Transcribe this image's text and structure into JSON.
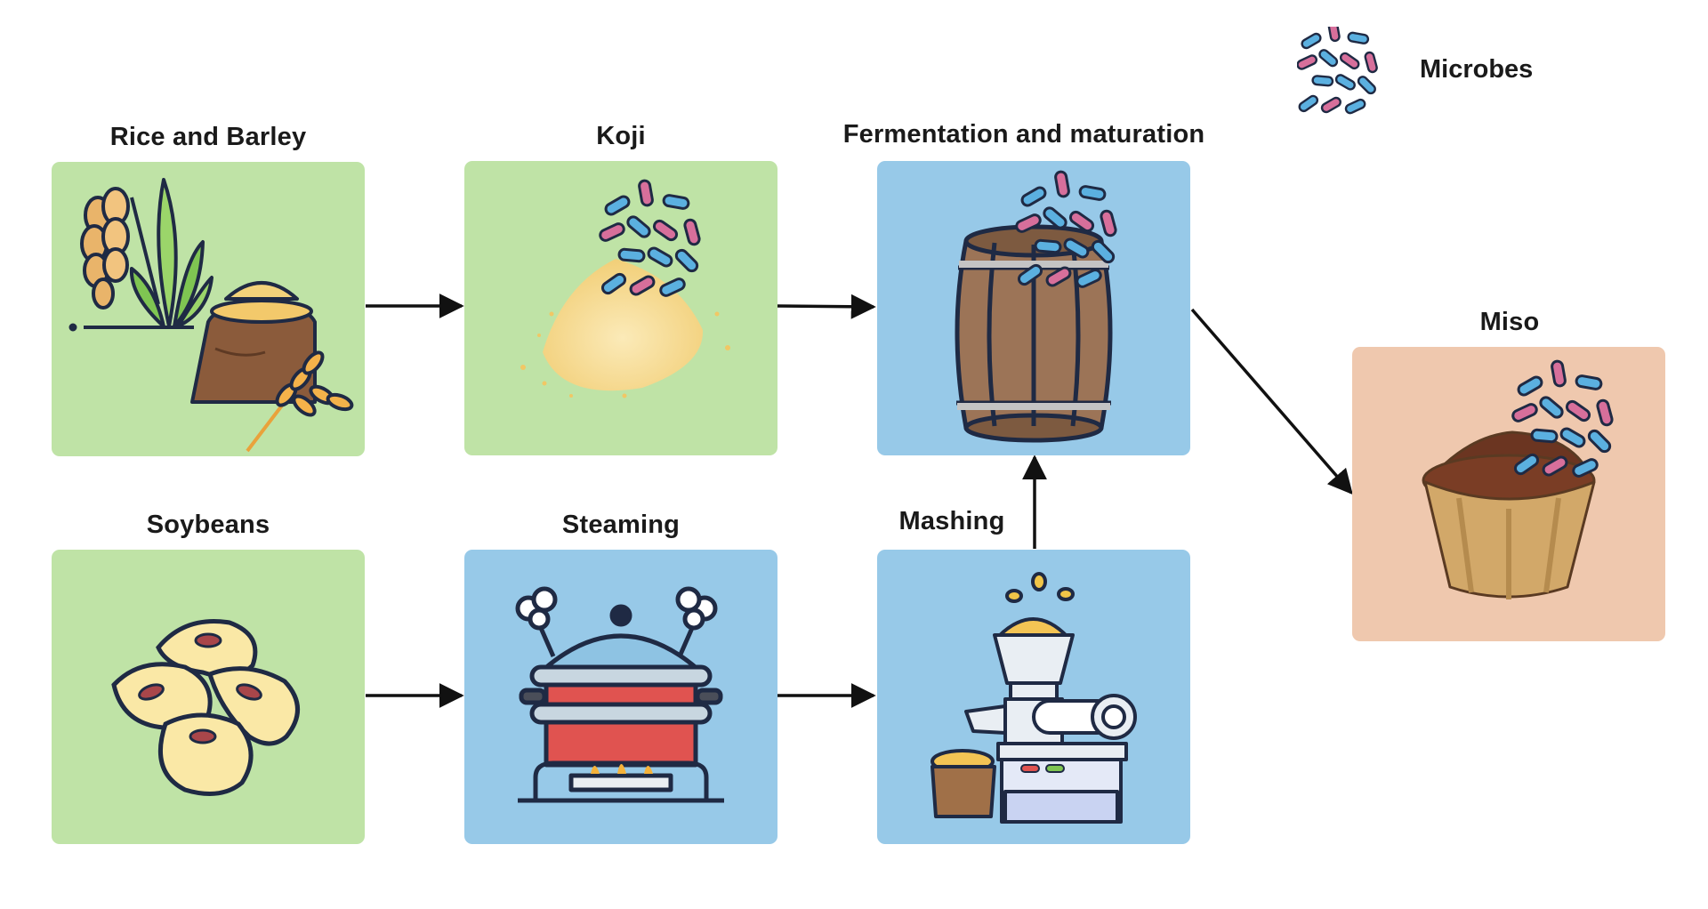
{
  "diagram": {
    "legend": {
      "label": "Microbes",
      "icon": "microbes-icon"
    },
    "nodes": {
      "rice_barley": {
        "label": "Rice and Barley",
        "icon": "grain-sack-icon"
      },
      "koji": {
        "label": "Koji",
        "icon": "koji-icon"
      },
      "fermentation": {
        "label": "Fermentation and maturation",
        "icon": "barrel-icon"
      },
      "miso": {
        "label": "Miso",
        "icon": "miso-bowl-icon"
      },
      "soybeans": {
        "label": "Soybeans",
        "icon": "soybeans-icon"
      },
      "steaming": {
        "label": "Steaming",
        "icon": "steamer-pot-icon"
      },
      "mashing": {
        "label": "Mashing",
        "icon": "grinder-icon"
      }
    },
    "edges": [
      {
        "from": "Rice and Barley",
        "to": "Koji"
      },
      {
        "from": "Koji",
        "to": "Fermentation and maturation"
      },
      {
        "from": "Fermentation and maturation",
        "to": "Miso"
      },
      {
        "from": "Soybeans",
        "to": "Steaming"
      },
      {
        "from": "Steaming",
        "to": "Mashing"
      },
      {
        "from": "Mashing",
        "to": "Fermentation and maturation"
      }
    ],
    "colors": {
      "raw_material_box": "#bfe3a6",
      "process_box": "#97c9e8",
      "product_box": "#efc8ae",
      "microbe_pink": "#d76f9b",
      "microbe_blue": "#5bb0e0"
    }
  }
}
